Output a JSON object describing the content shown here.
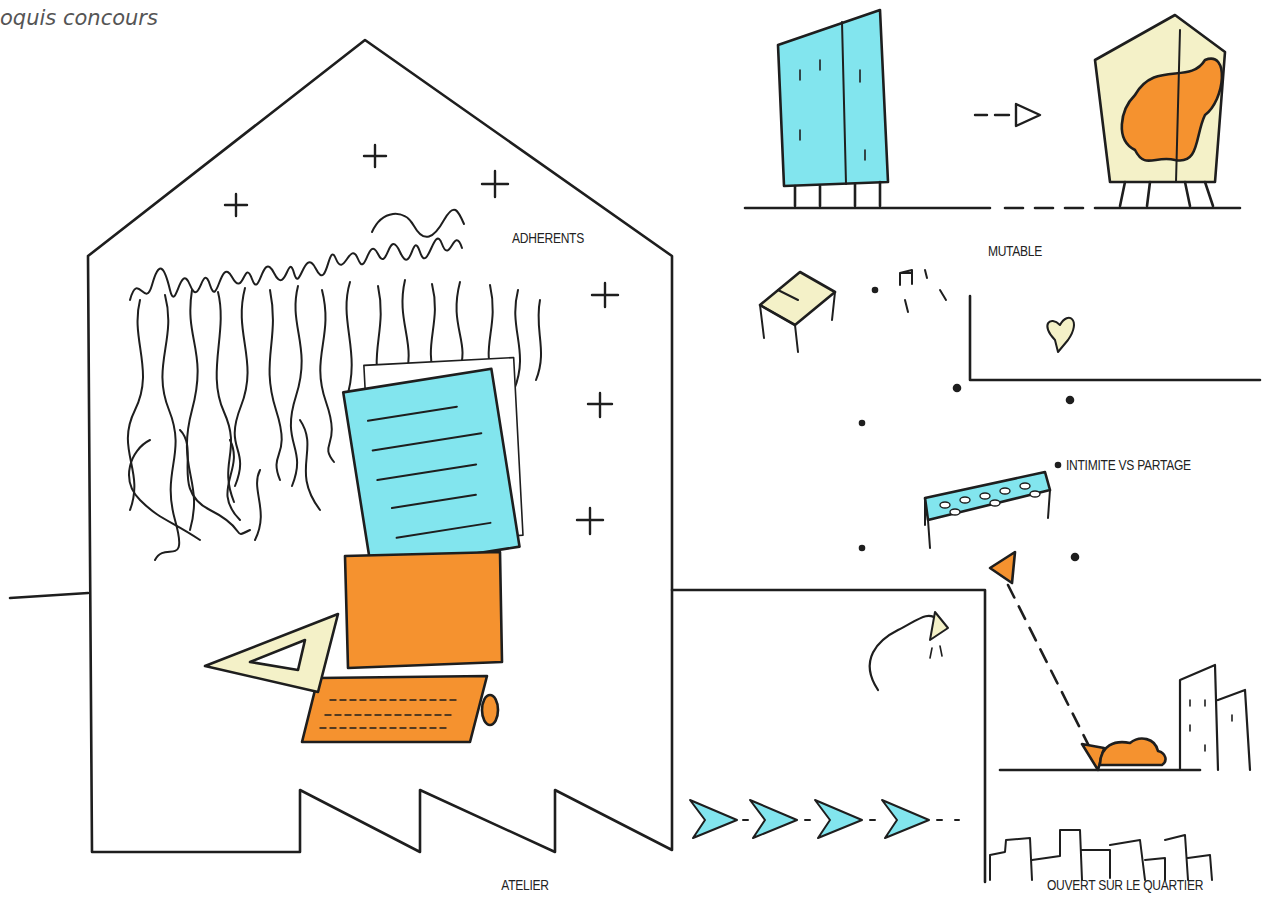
{
  "diagram": {
    "title": "oquis concours",
    "labels": [
      "ADHERENTS",
      "MUTABLE",
      "INTIMITE VS PARTAGE",
      "ATELIER",
      "OUVERT SUR LE QUARTIER"
    ]
  }
}
